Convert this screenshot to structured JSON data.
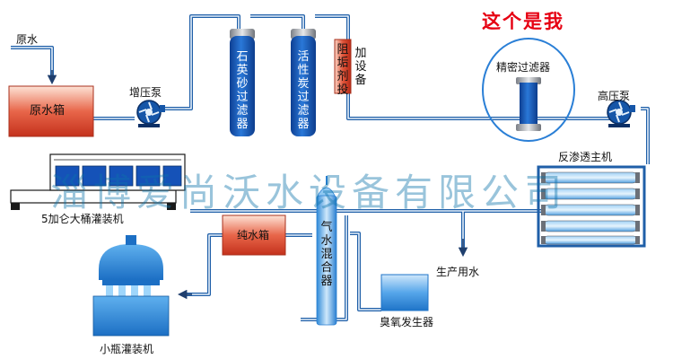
{
  "annotation": "这个是我",
  "watermark": "淄博爱尚沃水设备有限公司",
  "labels": {
    "raw_water": "原水",
    "raw_tank": "原水箱",
    "booster_pump": "增压泵",
    "quartz_filter": "石英砂过滤器",
    "carbon_filter": "活性炭过滤器",
    "antiscalant": "阻垢剂投",
    "dosing_device": "加设备",
    "precision_filter": "精密过滤器",
    "high_pressure_pump": "高压泵",
    "ro_unit": "反渗透主机",
    "barrel_filler": "5加仑大桶灌装机",
    "pure_tank": "纯水箱",
    "gas_water_mixer": "气水混合器",
    "production_water": "生产用水",
    "ozone_generator": "臭氧发生器",
    "bottle_filler": "小瓶灌装机"
  },
  "colors": {
    "pipe": "#1f5fa8",
    "tank_red": "#d9452a",
    "filter_blue": "#1552b8",
    "annotation": "#e60012",
    "highlight_ring": "#2a7fd6"
  }
}
